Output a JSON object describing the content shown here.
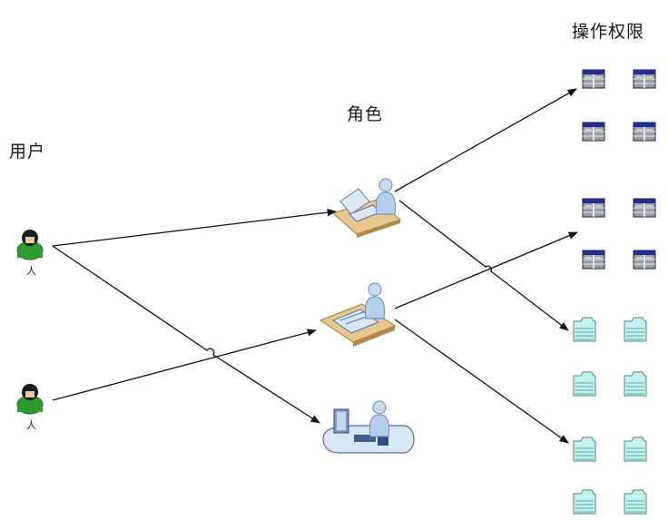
{
  "headers": {
    "users": "用户",
    "roles": "角色",
    "permissions": "操作权限"
  },
  "users": [
    {
      "caption": "人"
    },
    {
      "caption": "人"
    }
  ],
  "roles": [
    {
      "icon": "person-at-keyboard-desk-icon"
    },
    {
      "icon": "person-at-tablet-desk-icon"
    },
    {
      "icon": "person-at-computer-workstation-icon"
    }
  ],
  "permission_groups": [
    {
      "icon": "table-icon",
      "count": 4
    },
    {
      "icon": "table-icon",
      "count": 4
    },
    {
      "icon": "folder-document-icon",
      "count": 4
    },
    {
      "icon": "folder-document-icon",
      "count": 4
    }
  ],
  "connections": [
    {
      "from": "user-1",
      "to": "role-1"
    },
    {
      "from": "user-1",
      "to": "role-3"
    },
    {
      "from": "user-2",
      "to": "role-2"
    },
    {
      "from": "role-1",
      "to": "permission-group-1"
    },
    {
      "from": "role-1",
      "to": "permission-group-3"
    },
    {
      "from": "role-2",
      "to": "permission-group-2"
    },
    {
      "from": "role-2",
      "to": "permission-group-4"
    }
  ],
  "colors": {
    "user_green": "#2e9b2e",
    "user_head": "#1d1d1d",
    "role_skin": "#bcd3ee",
    "desk": "#e8c88e",
    "table_header": "#1f2f8f",
    "table_body": "#8a8f99",
    "folder_fill": "#bff0ec",
    "folder_stroke": "#4a8a8a",
    "line": "#111111"
  }
}
